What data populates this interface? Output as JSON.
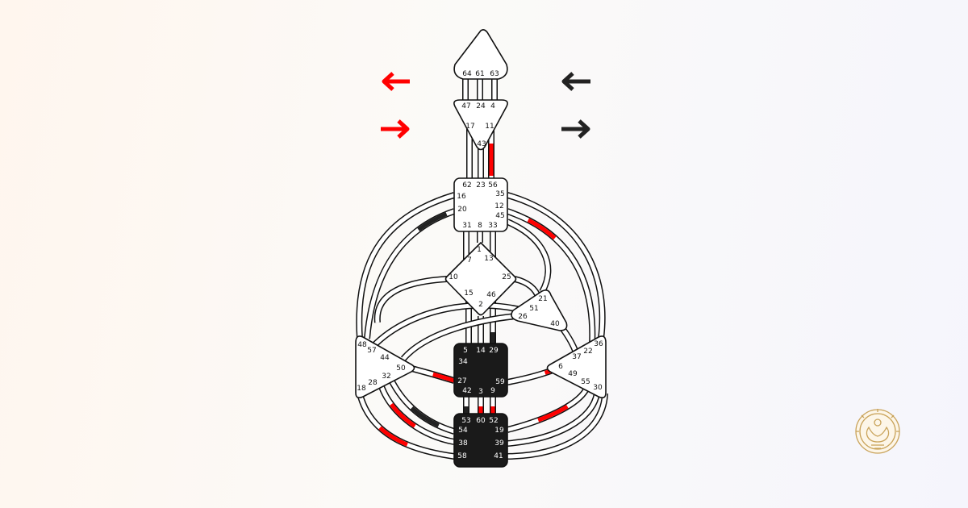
{
  "colors": {
    "design": "#ff0000",
    "personality": "#222222",
    "defined_center_fill": "#1a1a1a",
    "open_center_fill": "#ffffff",
    "logo_gold": "#c9a35a"
  },
  "arrows": {
    "design_top": "left",
    "design_bottom": "right",
    "personality_top": "left",
    "personality_bottom": "right"
  },
  "centers": {
    "head": {
      "defined": false,
      "gates": [
        "64",
        "61",
        "63"
      ]
    },
    "ajna": {
      "defined": false,
      "gates": [
        "47",
        "24",
        "4",
        "17",
        "11",
        "43"
      ]
    },
    "throat": {
      "defined": false,
      "gates": [
        "62",
        "23",
        "56",
        "16",
        "35",
        "20",
        "12",
        "45",
        "31",
        "8",
        "33"
      ]
    },
    "g": {
      "defined": false,
      "gates": [
        "1",
        "7",
        "13",
        "10",
        "25",
        "15",
        "46",
        "2"
      ]
    },
    "ego": {
      "defined": false,
      "gates": [
        "21",
        "51",
        "26",
        "40"
      ]
    },
    "sacral": {
      "defined": true,
      "gates": [
        "5",
        "14",
        "29",
        "34",
        "27",
        "59",
        "42",
        "3",
        "9"
      ]
    },
    "spleen": {
      "defined": false,
      "gates": [
        "48",
        "57",
        "44",
        "50",
        "32",
        "28",
        "18"
      ]
    },
    "solar_plexus": {
      "defined": false,
      "gates": [
        "36",
        "22",
        "37",
        "6",
        "49",
        "55",
        "30"
      ]
    },
    "root": {
      "defined": true,
      "gates": [
        "53",
        "60",
        "52",
        "54",
        "19",
        "38",
        "39",
        "58",
        "41"
      ]
    }
  },
  "logo": {
    "icon": "lotus-figure-logo-icon"
  }
}
